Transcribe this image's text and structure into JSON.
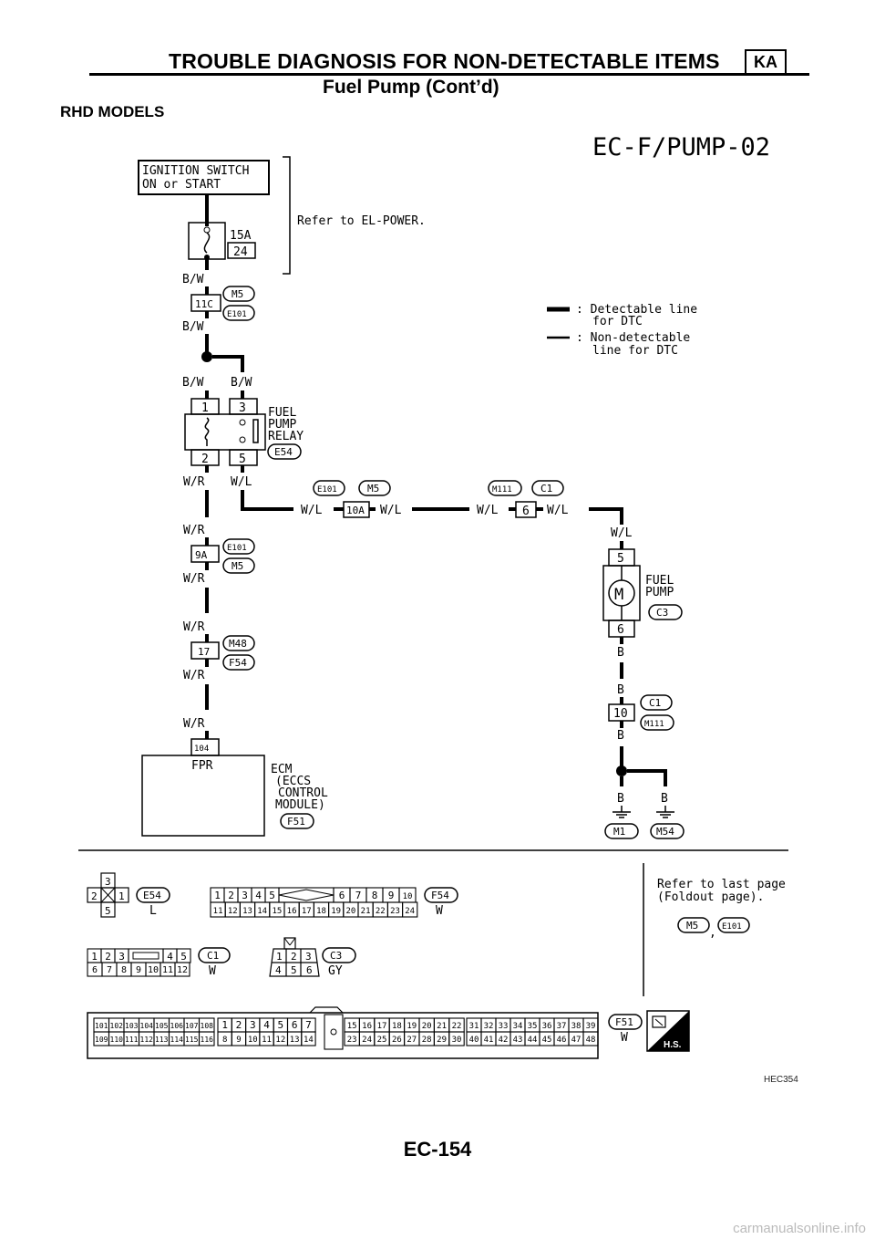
{
  "header": {
    "title": "TROUBLE DIAGNOSIS FOR NON-DETECTABLE ITEMS",
    "engine_code": "KA",
    "subtitle": "Fuel Pump (Cont’d)"
  },
  "section": "RHD MODELS",
  "diagram": {
    "code": "EC-F/PUMP-02",
    "ignition_switch": [
      "IGNITION SWITCH",
      "ON or START"
    ],
    "fuse_rating": "15A",
    "fuse_number": "24",
    "refer_note": "Refer to EL-POWER.",
    "legend": {
      "detectable": ": Detectable line",
      "detectable_2": "for DTC",
      "nondetectable": ": Non-detectable",
      "nondetectable_2": "line for DTC"
    },
    "relay_label": [
      "FUEL",
      "PUMP",
      "RELAY"
    ],
    "relay_connector": "E54",
    "relay_pins": [
      "1",
      "3",
      "2",
      "5"
    ],
    "pump_label": [
      "FUEL",
      "PUMP"
    ],
    "pump_connector": "C3",
    "pump_pins": [
      "5",
      "6"
    ],
    "pump_symbol": "M",
    "ecm_label": [
      "ECM",
      "(ECCS",
      "CONTROL",
      "MODULE)"
    ],
    "ecm_connector": "F51",
    "ecm_pin": "104",
    "ecm_terminal": "FPR",
    "wires": {
      "bw": "B/W",
      "wr": "W/R",
      "wl": "W/L",
      "b": "B"
    },
    "connectors": {
      "c11c": "11C",
      "m5": "M5",
      "e101": "E101",
      "c9a": "9A",
      "c17": "17",
      "m48": "M48",
      "f54": "F54",
      "c10a": "10A",
      "c6": "6",
      "m111": "M111",
      "c1": "C1",
      "c10": "10",
      "m1": "M1",
      "m54": "M54"
    }
  },
  "connector_views": {
    "e54": {
      "name": "E54",
      "color": "L",
      "pins": [
        "3",
        "2",
        "1",
        "5"
      ]
    },
    "f54": {
      "name": "F54",
      "color": "W",
      "top": [
        "1",
        "2",
        "3",
        "4",
        "5",
        "6",
        "7",
        "8",
        "9",
        "10"
      ],
      "bottom": [
        "11",
        "12",
        "13",
        "14",
        "15",
        "16",
        "17",
        "18",
        "19",
        "20",
        "21",
        "22",
        "23",
        "24"
      ]
    },
    "c1": {
      "name": "C1",
      "color": "W",
      "top": [
        "1",
        "2",
        "3",
        "4",
        "5"
      ],
      "bottom": [
        "6",
        "7",
        "8",
        "9",
        "10",
        "11",
        "12"
      ]
    },
    "c3": {
      "name": "C3",
      "color": "GY",
      "top": [
        "1",
        "2",
        "3"
      ],
      "bottom": [
        "4",
        "5",
        "6"
      ]
    },
    "f51": {
      "name": "F51",
      "color": "W",
      "a_top": [
        "101",
        "102",
        "103",
        "104",
        "105",
        "106",
        "107",
        "108"
      ],
      "a_bot": [
        "109",
        "110",
        "111",
        "112",
        "113",
        "114",
        "115",
        "116"
      ],
      "b_top": [
        "1",
        "2",
        "3",
        "4",
        "5",
        "6",
        "7"
      ],
      "b_bot": [
        "8",
        "9",
        "10",
        "11",
        "12",
        "13",
        "14"
      ],
      "c_top": [
        "15",
        "16",
        "17",
        "18",
        "19",
        "20",
        "21",
        "22"
      ],
      "c_bot": [
        "23",
        "24",
        "25",
        "26",
        "27",
        "28",
        "29",
        "30"
      ],
      "d_top": [
        "31",
        "32",
        "33",
        "34",
        "35",
        "36",
        "37",
        "38",
        "39"
      ],
      "d_bot": [
        "40",
        "41",
        "42",
        "43",
        "44",
        "45",
        "46",
        "47",
        "48"
      ]
    },
    "refer_last": [
      "Refer to last page",
      "(Foldout page)."
    ],
    "refer_m5": "M5",
    "refer_comma": ",",
    "refer_e101": "E101",
    "hs": "H.S."
  },
  "figure_code": "HEC354",
  "page_number": "EC-154",
  "watermark": "carmanualsonline.info"
}
